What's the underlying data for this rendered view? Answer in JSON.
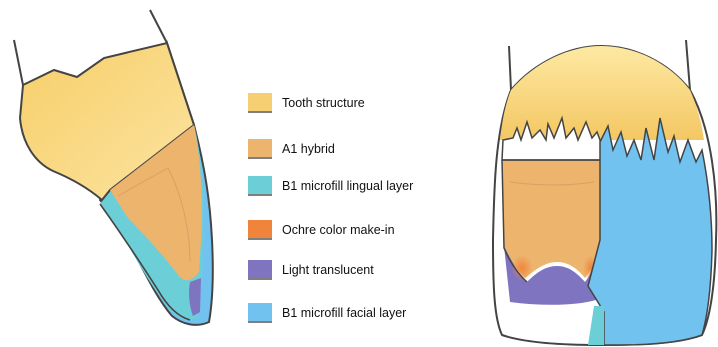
{
  "legend": {
    "items": [
      {
        "id": "tooth-structure",
        "label": "Tooth structure",
        "color": "#f6cf72"
      },
      {
        "id": "a1-hybrid",
        "label": "A1 hybrid",
        "color": "#edb46e"
      },
      {
        "id": "b1-lingual",
        "label": "B1 microfill lingual layer",
        "color": "#6ccfd8"
      },
      {
        "id": "ochre",
        "label": "Ochre color make-in",
        "color": "#f0843a"
      },
      {
        "id": "light-translucent",
        "label": "Light translucent",
        "color": "#7e74c0"
      },
      {
        "id": "b1-facial",
        "label": "B1 microfill facial layer",
        "color": "#72c2ef"
      }
    ]
  },
  "colors": {
    "outline": "#444444",
    "tooth_light": "#fbe9a6",
    "tooth": "#f6cf72",
    "hybrid": "#edb46e",
    "lingual": "#6ccfd8",
    "ochre": "#f0843a",
    "translucent": "#7e74c0",
    "facial": "#72c2ef"
  }
}
